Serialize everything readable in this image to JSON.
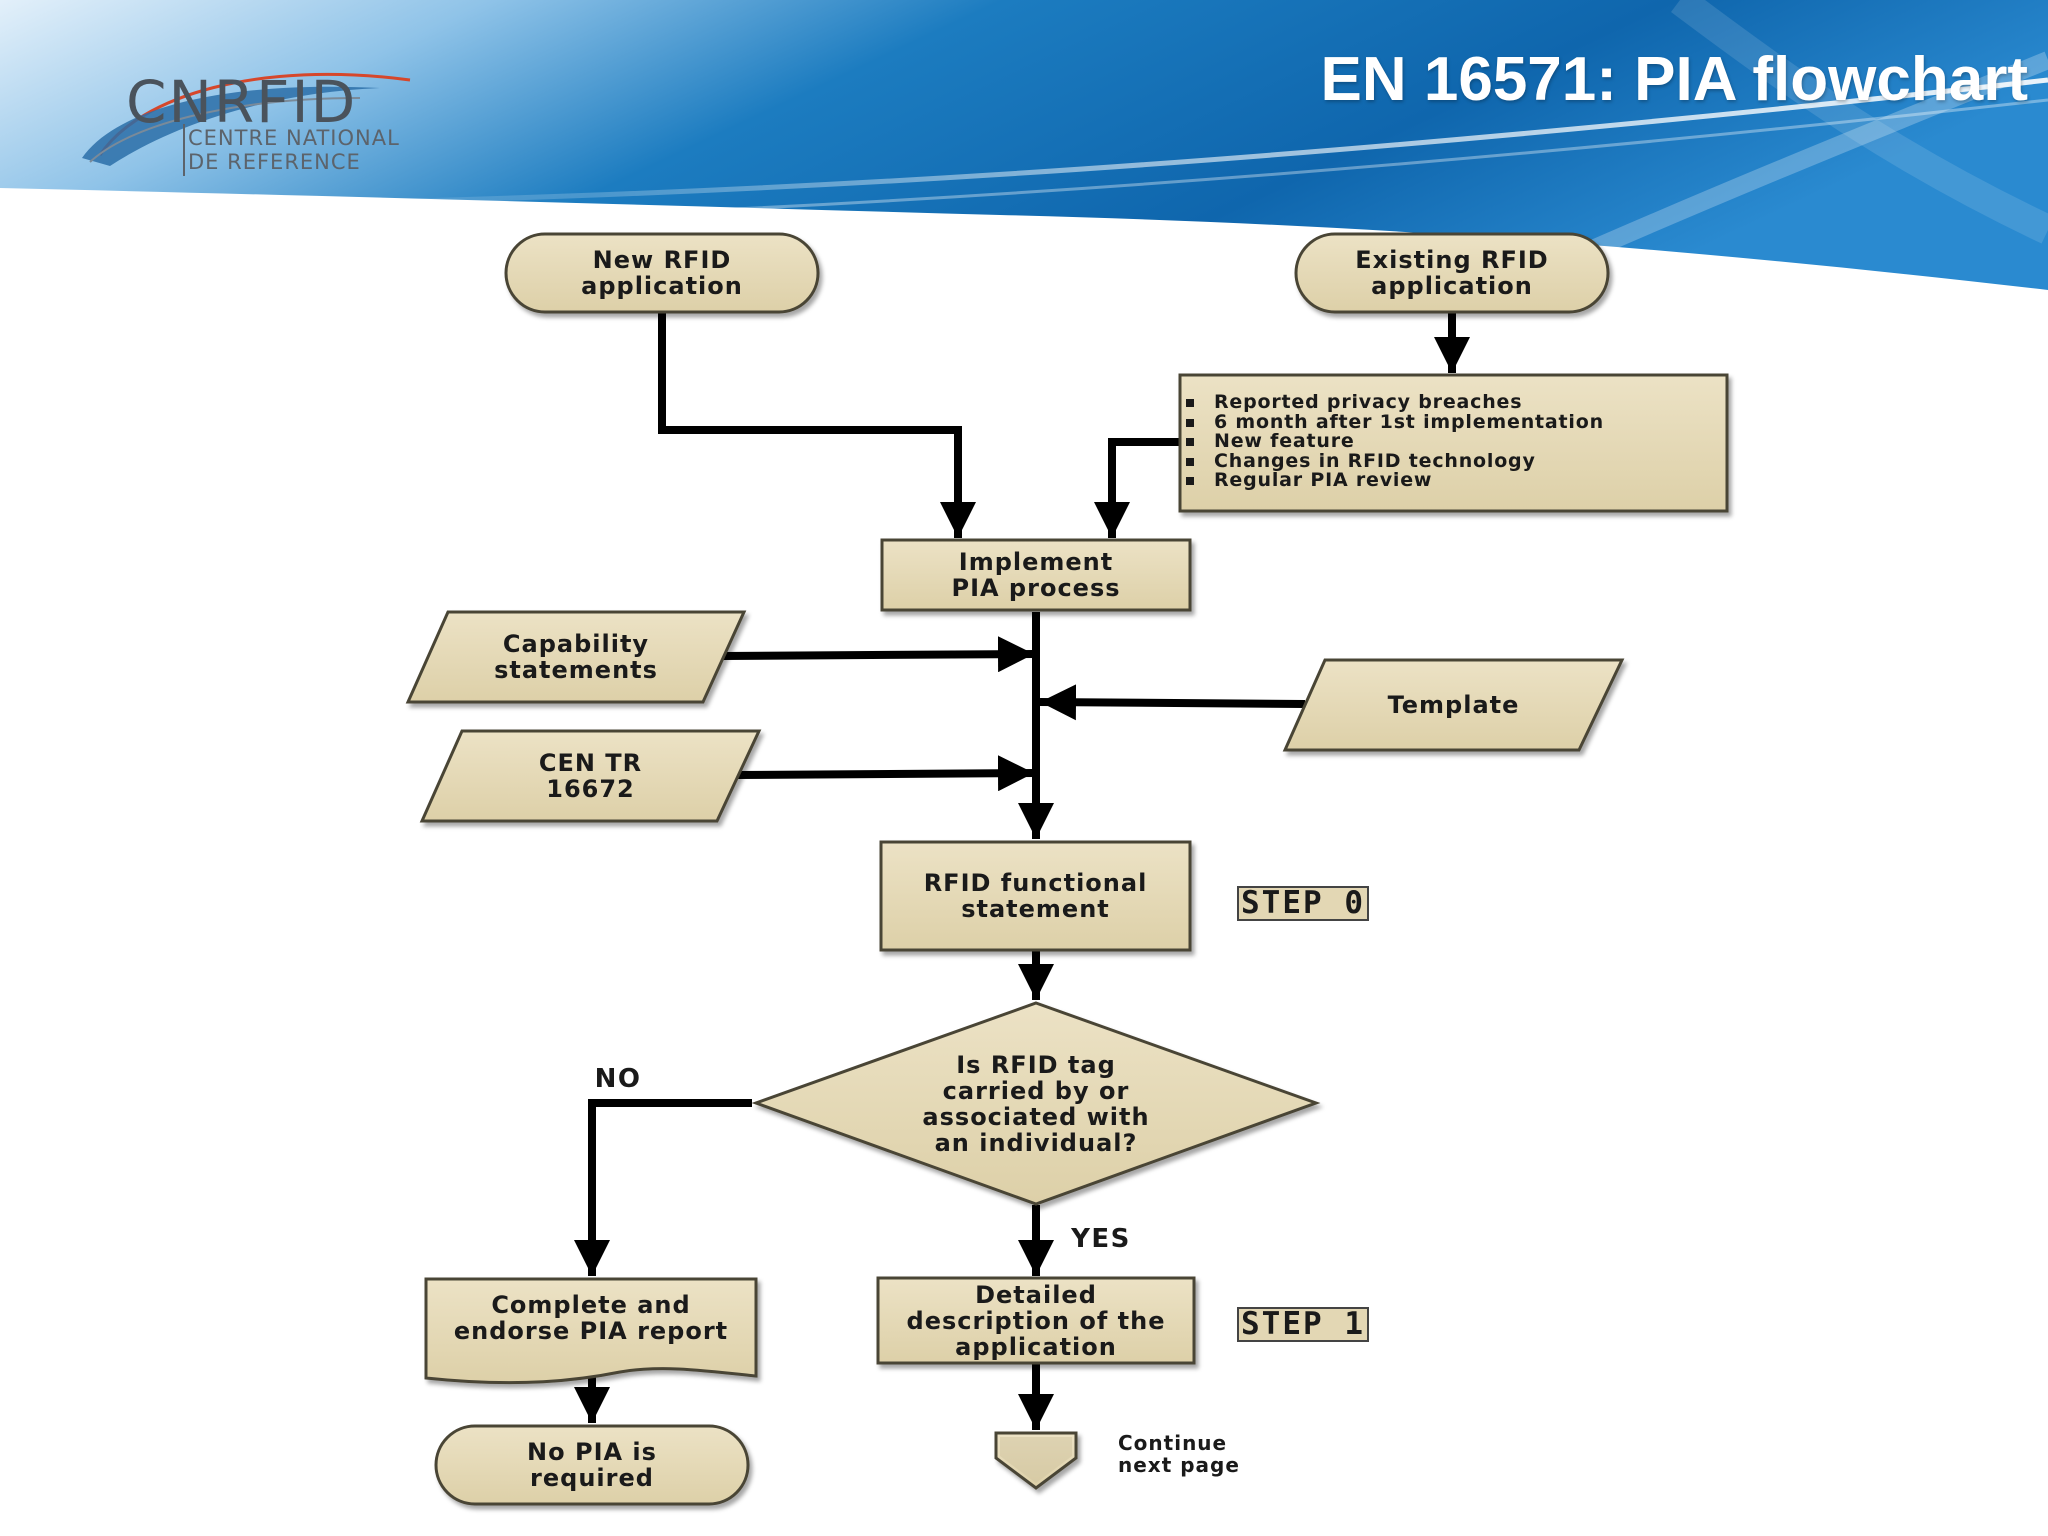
{
  "header": {
    "title": "EN 16571: PIA flowchart",
    "logo": {
      "name": "CNRFID",
      "line1": "CENTRE NATIONAL",
      "line2": "DE REFERENCE"
    }
  },
  "flowchart": {
    "nodes": {
      "new_app": [
        "New RFID",
        "application"
      ],
      "existing_app": [
        "Existing RFID",
        "application"
      ],
      "triggers": [
        "Reported privacy breaches",
        "6 month after 1st implementation",
        "New feature",
        "Changes in RFID technology",
        "Regular PIA review"
      ],
      "implement": [
        "Implement",
        "PIA process"
      ],
      "capability": [
        "Capability",
        "statements"
      ],
      "cen_tr": [
        "CEN TR",
        "16672"
      ],
      "template": "Template",
      "functional": [
        "RFID functional",
        "statement"
      ],
      "decision": [
        "Is RFID tag",
        "carried by or",
        "associated with",
        "an individual?"
      ],
      "complete": [
        "Complete and",
        "endorse PIA report"
      ],
      "no_pia": [
        "No PIA is",
        "required"
      ],
      "detailed": [
        "Detailed",
        "description of the",
        "application"
      ],
      "continue": [
        "Continue",
        "next page"
      ]
    },
    "labels": {
      "no": "NO",
      "yes": "YES",
      "step0": "STEP 0",
      "step1": "STEP 1"
    }
  },
  "colors": {
    "shape_fill": "#e3d7b4",
    "shape_edge": "#4a4536",
    "title_text": "#ffffff",
    "banner_blue": "#1377bd"
  }
}
